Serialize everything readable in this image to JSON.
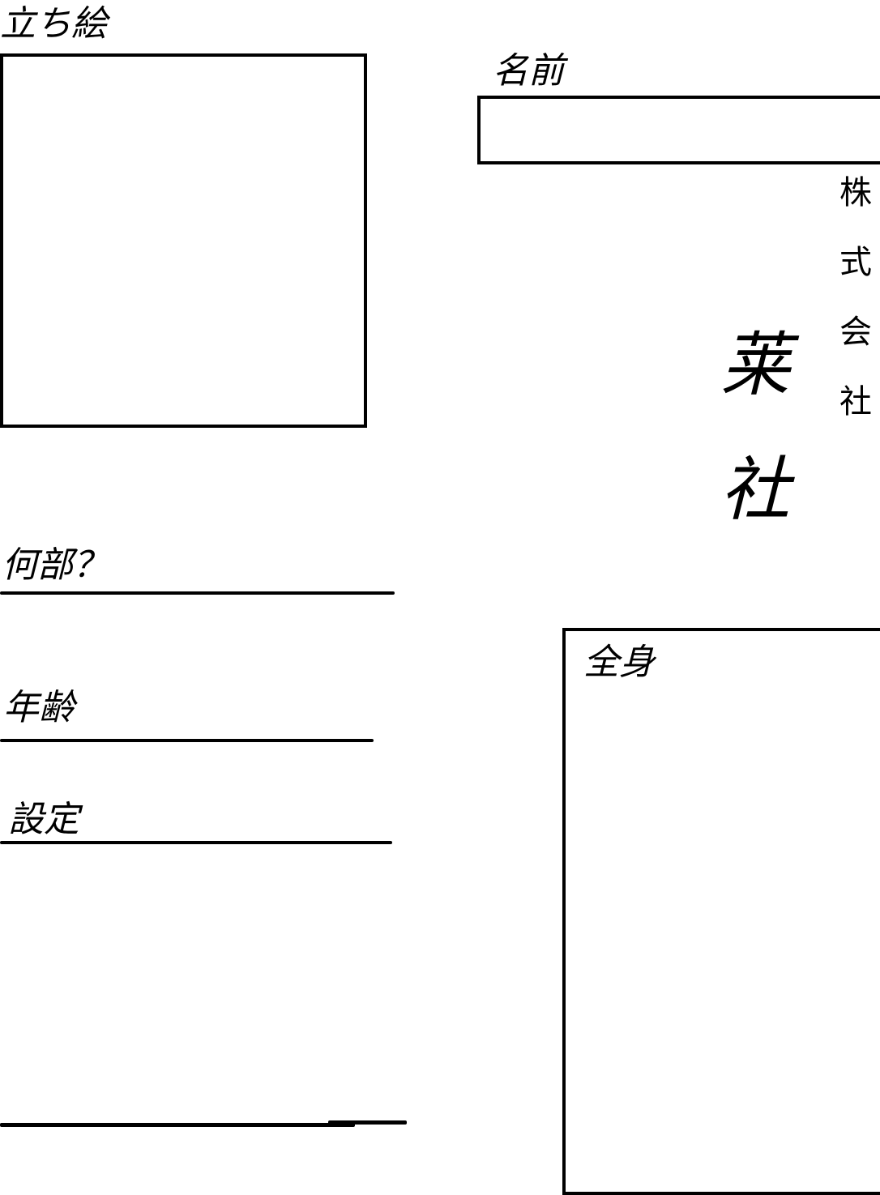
{
  "portrait": {
    "label": "立ち絵"
  },
  "name": {
    "label": "名前",
    "value": ""
  },
  "company": {
    "small_chars": [
      "株",
      "式",
      "会",
      "社"
    ],
    "large_chars": [
      "莱",
      "社"
    ]
  },
  "club": {
    "label": "何部？",
    "value": ""
  },
  "age": {
    "label": "年齢",
    "value": ""
  },
  "setting": {
    "label": "設定",
    "value": ""
  },
  "full_body": {
    "label": "全身"
  }
}
